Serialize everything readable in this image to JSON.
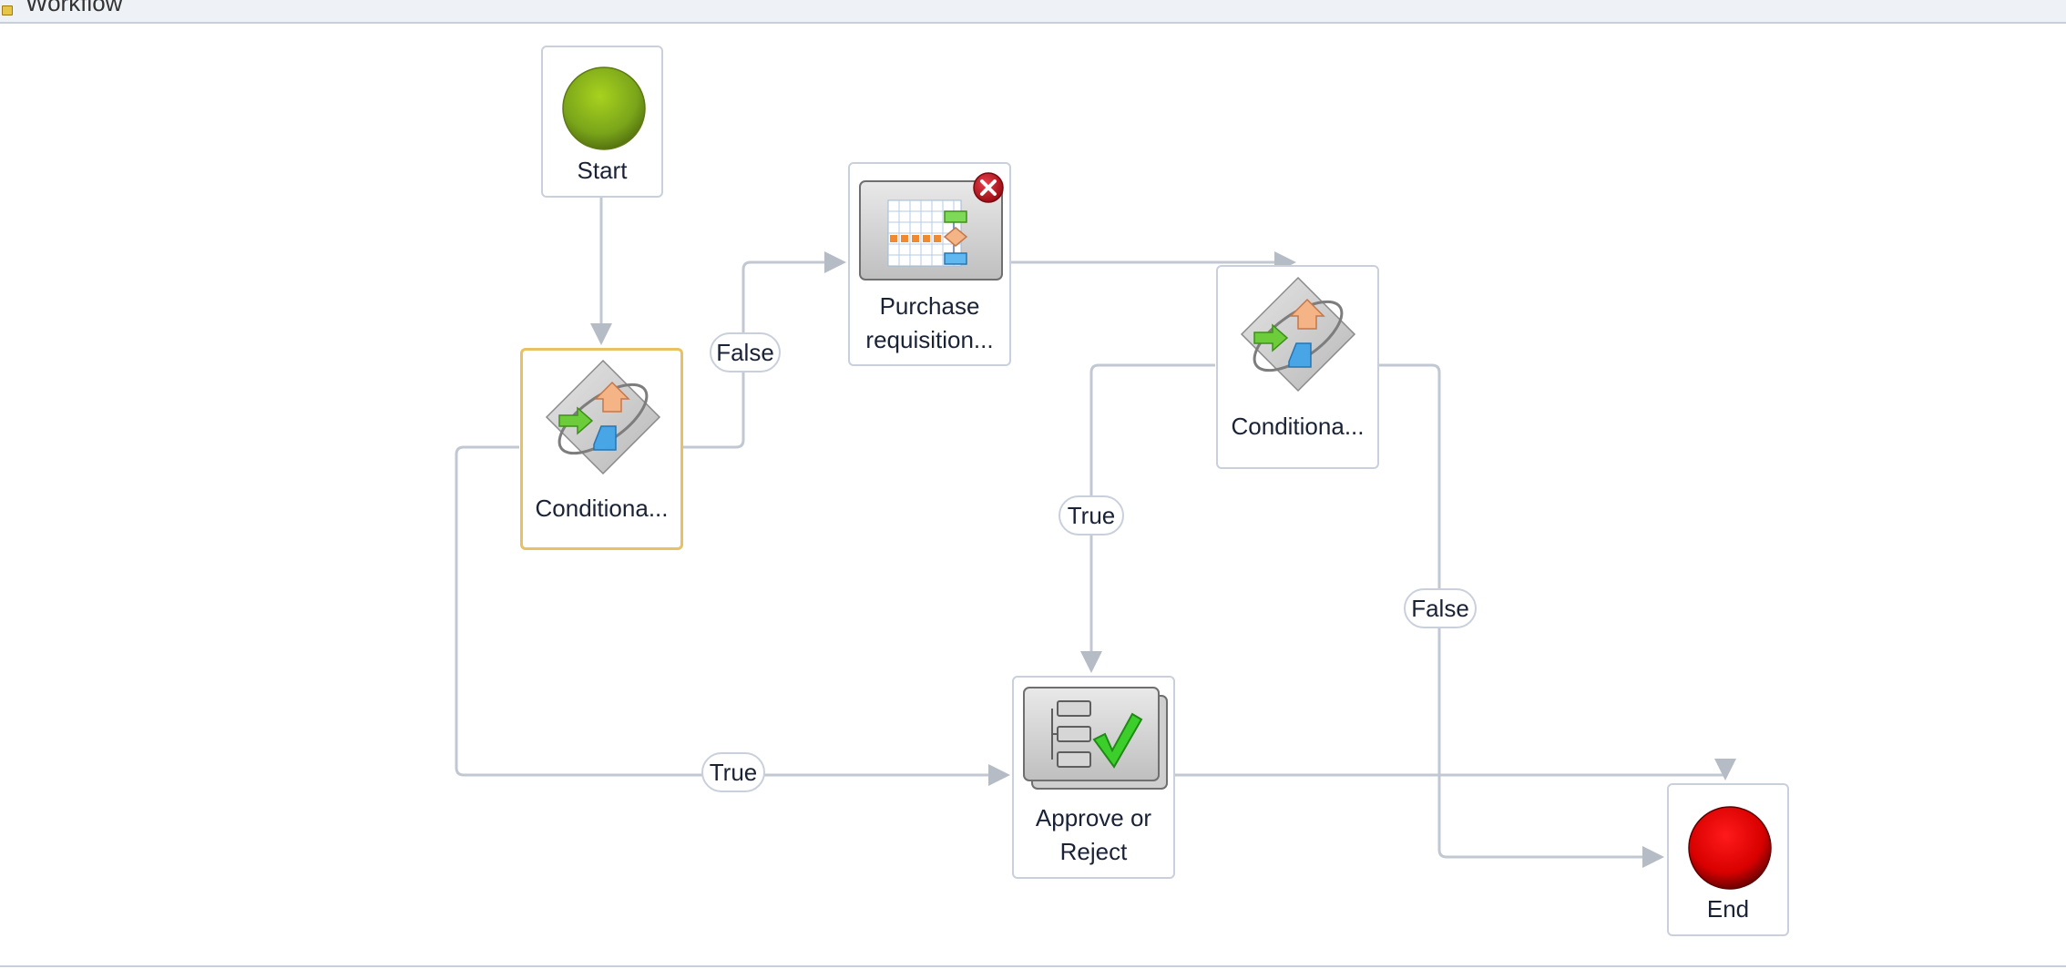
{
  "window": {
    "title": "Workflow"
  },
  "nodes": {
    "start": {
      "label": "Start"
    },
    "conditional_1": {
      "label": "Conditiona..."
    },
    "purchase_requisition": {
      "label": "Purchase\nrequisition..."
    },
    "conditional_2": {
      "label": "Conditiona..."
    },
    "approve_reject": {
      "label": "Approve or\nReject"
    },
    "end": {
      "label": "End"
    }
  },
  "edge_labels": {
    "cond1_false": "False",
    "cond1_true": "True",
    "cond2_true": "True",
    "cond2_false": "False"
  },
  "icons": {
    "start": "green-circle-icon",
    "end": "red-circle-icon",
    "conditional": "conditional-decision-icon",
    "purchase_requisition": "subworkflow-grid-icon",
    "error_badge": "error-x-icon",
    "approve_reject": "approval-checkmark-icon"
  },
  "colors": {
    "connector": "#c2c8d2",
    "selected_border": "#e8c163",
    "node_border": "#c9d0dc",
    "start_fill": "#7aa51a",
    "end_fill": "#e00000",
    "error_badge": "#c0141c"
  }
}
